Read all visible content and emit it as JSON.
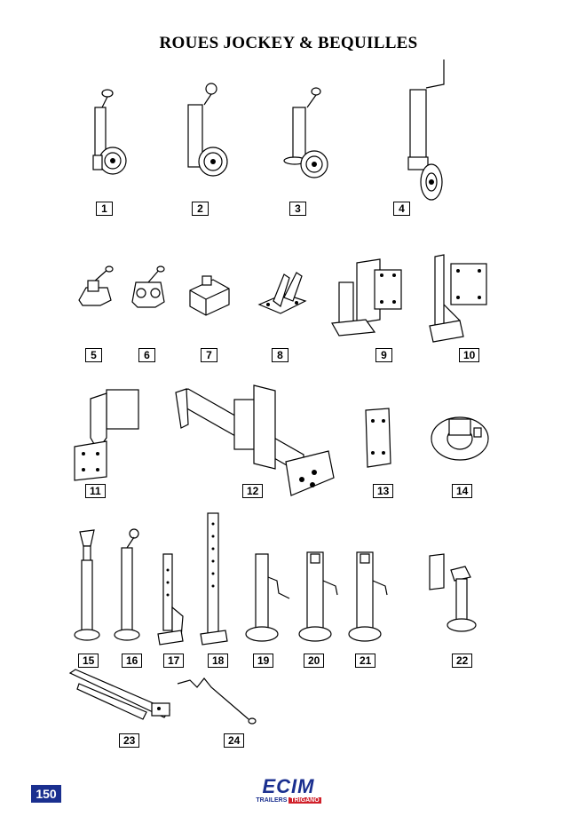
{
  "page": {
    "title": "ROUES JOCKEY & BEQUILLES",
    "page_number": "150"
  },
  "logo": {
    "mark": "ECIM",
    "sub": "TRAILERS",
    "brand": "TRIGANO",
    "color": "#1a2f8f",
    "accent": "#d0202a"
  },
  "items": [
    "1",
    "2",
    "3",
    "4",
    "5",
    "6",
    "7",
    "8",
    "9",
    "10",
    "11",
    "12",
    "13",
    "14",
    "15",
    "16",
    "17",
    "18",
    "19",
    "20",
    "21",
    "22",
    "23",
    "24"
  ]
}
